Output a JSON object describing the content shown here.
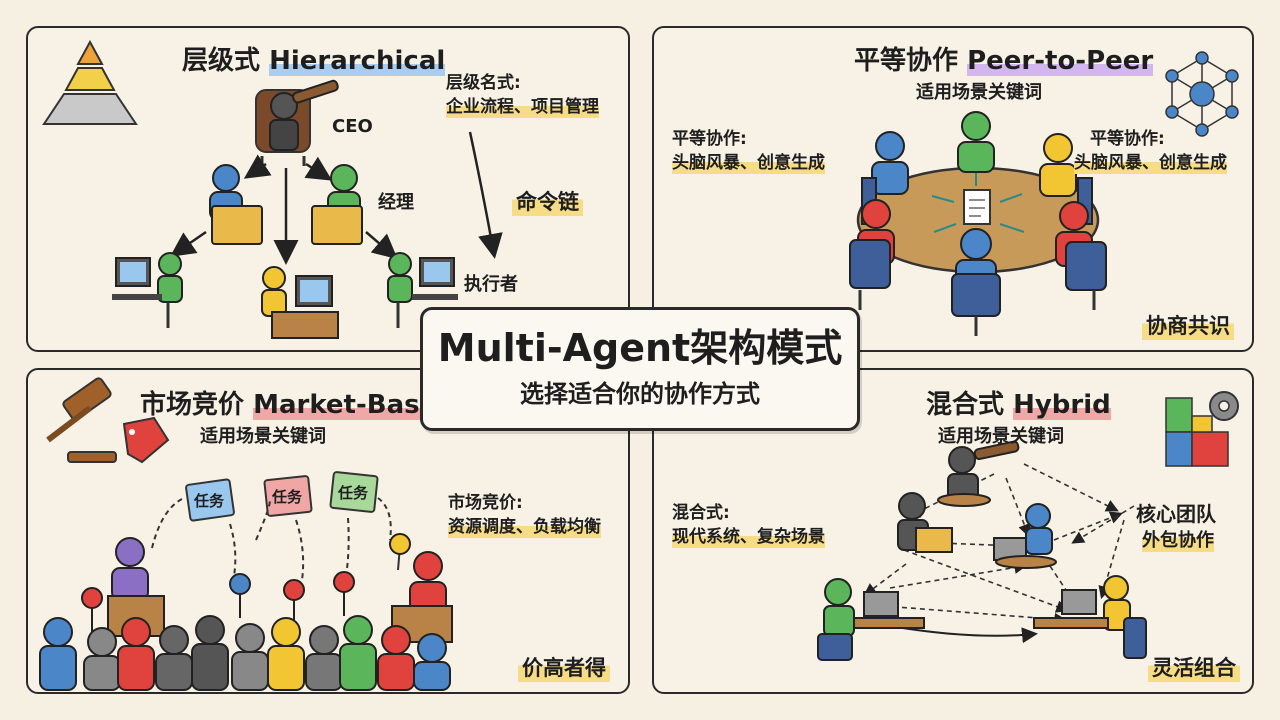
{
  "main": {
    "title": "Multi-Agent架构模式",
    "subtitle": "选择适合你的协作方式"
  },
  "hierarchical": {
    "title_cn": "层级式",
    "title_en": "Hierarchical",
    "ceo_label": "CEO",
    "manager_label": "经理",
    "executor_label": "执行者",
    "command_chain": "命令链",
    "scenario_title": "层级名式:",
    "scenario_text": "企业流程、项目管理"
  },
  "peer": {
    "title_cn": "平等协作",
    "title_en": "Peer-to-Peer",
    "keywords_label": "适用场景关键词",
    "left_title": "平等协作:",
    "left_text": "头脑风暴、创意生成",
    "right_title": "平等协作:",
    "right_text": "头脑风暴、创意生成",
    "tag": "协商共识"
  },
  "market": {
    "title_cn": "市场竞价",
    "title_en": "Market-Based",
    "keywords_label": "适用场景关键词",
    "task_label_1": "任务",
    "task_label_2": "任务",
    "task_label_3": "任务",
    "scenario_title": "市场竞价:",
    "scenario_text": "资源调度、负载均衡",
    "tag": "价高者得"
  },
  "hybrid": {
    "title_cn": "混合式",
    "title_en": "Hybrid",
    "keywords_label": "适用场景关键词",
    "scenario_title": "混合式:",
    "scenario_text": "现代系统、复杂场景",
    "core_team": "核心团队",
    "outsourcing": "外包协作",
    "tag": "灵活组合"
  },
  "colors": {
    "blue": "#4a86c8",
    "green": "#5bb55b",
    "yellow": "#f2c632",
    "red": "#e0433e",
    "purple": "#8a6fc4",
    "gray": "#5f5f5f"
  },
  "icons": [
    "pyramid-icon",
    "network-icon",
    "gavel-icon",
    "price-tag-icon",
    "puzzle-icon",
    "gear-icon",
    "telescope-icon"
  ]
}
